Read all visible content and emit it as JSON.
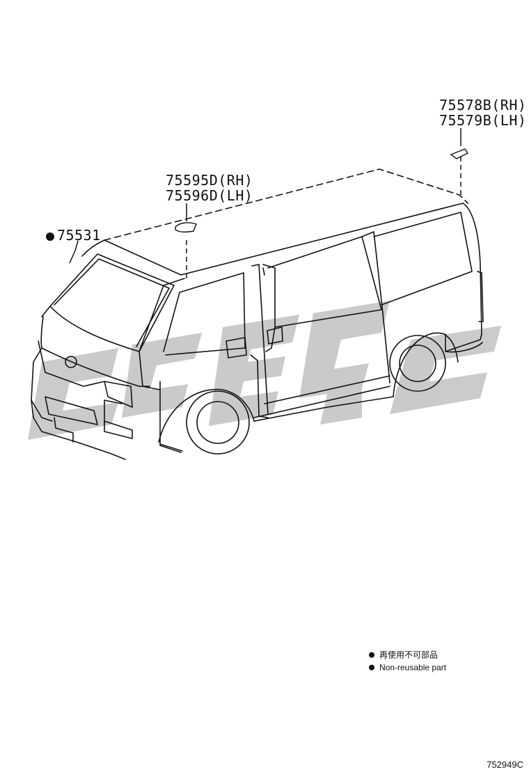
{
  "parts": {
    "windshield": {
      "number": "75531",
      "non_reusable": true
    },
    "roof_front": {
      "rh": "75595D(RH)",
      "lh": "75596D(LH)"
    },
    "roof_rear": {
      "rh": "75578B(RH)",
      "lh": "75579B(LH)"
    }
  },
  "legend": {
    "japanese": "再使用不可部品",
    "english": "Non-reusable part"
  },
  "diagram_code": "752949C",
  "watermark_color": "#c8c8c8"
}
